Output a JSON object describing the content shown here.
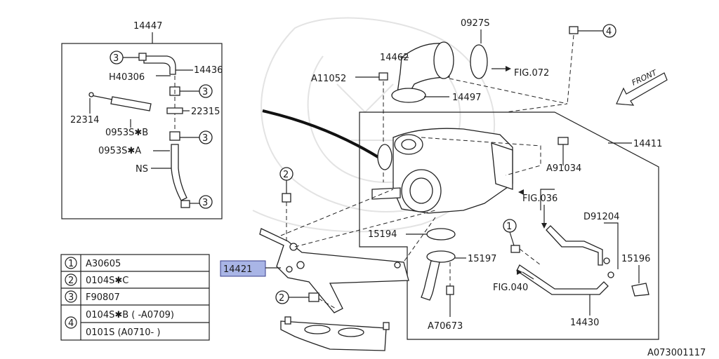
{
  "diagram": {
    "footer_code": "A073001117",
    "front_label": "FRONT",
    "labels": [
      {
        "id": "14447",
        "text": "14447"
      },
      {
        "id": "14436",
        "text": "14436"
      },
      {
        "id": "H40306",
        "text": "H40306"
      },
      {
        "id": "22314",
        "text": "22314"
      },
      {
        "id": "22315",
        "text": "22315"
      },
      {
        "id": "0953SB",
        "text": "0953S✱B"
      },
      {
        "id": "0953SA",
        "text": "0953S✱A"
      },
      {
        "id": "NS",
        "text": "NS"
      },
      {
        "id": "14462",
        "text": "14462"
      },
      {
        "id": "0927S",
        "text": "0927S"
      },
      {
        "id": "A11052",
        "text": "A11052"
      },
      {
        "id": "14497",
        "text": "14497"
      },
      {
        "id": "FIG072",
        "text": "FIG.072"
      },
      {
        "id": "14411",
        "text": "14411"
      },
      {
        "id": "A91034",
        "text": "A91034"
      },
      {
        "id": "FIG036",
        "text": "FIG.036"
      },
      {
        "id": "D91204",
        "text": "D91204"
      },
      {
        "id": "15196",
        "text": "15196"
      },
      {
        "id": "15194",
        "text": "15194"
      },
      {
        "id": "15197",
        "text": "15197"
      },
      {
        "id": "FIG040",
        "text": "FIG.040"
      },
      {
        "id": "14430",
        "text": "14430"
      },
      {
        "id": "A70673",
        "text": "A70673"
      },
      {
        "id": "14421",
        "text": "14421"
      }
    ],
    "callouts": {
      "c1": "1",
      "c2": "2",
      "c3": "3",
      "c4": "4"
    },
    "legend": [
      {
        "num": "1",
        "text": "A30605"
      },
      {
        "num": "2",
        "text": "0104S✱C"
      },
      {
        "num": "3",
        "text": "F90807"
      },
      {
        "num": "4",
        "text": "0104S✱B ( -A0709)",
        "text2": "0101S    (A0710- )"
      }
    ]
  }
}
